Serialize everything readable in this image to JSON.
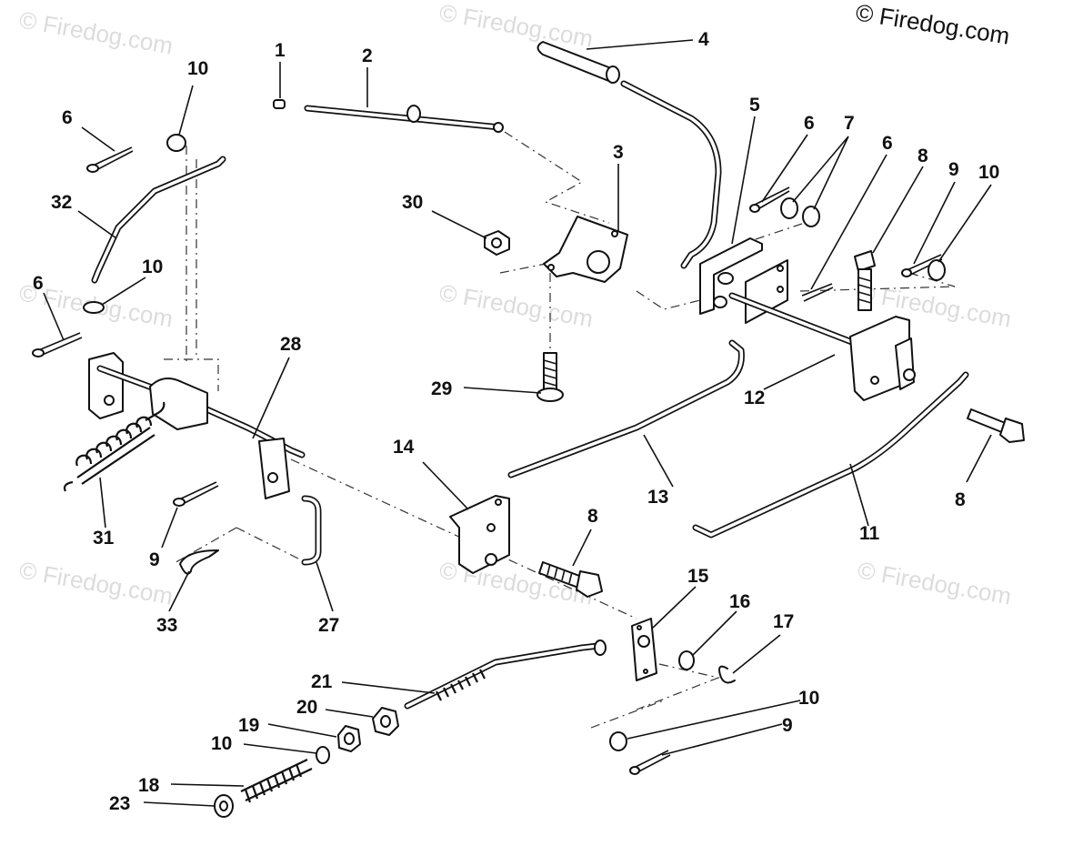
{
  "copyright": "© Firedog.com",
  "watermark": "© Firedog.com",
  "callouts": {
    "c1": "1",
    "c2": "2",
    "c3": "3",
    "c4": "4",
    "c5": "5",
    "c6a": "6",
    "c6b": "6",
    "c6c": "6",
    "c6d": "6",
    "c7": "7",
    "c8a": "8",
    "c8b": "8",
    "c8c": "8",
    "c9a": "9",
    "c9b": "9",
    "c9c": "9",
    "c10a": "10",
    "c10b": "10",
    "c10c": "10",
    "c10d": "10",
    "c10e": "10",
    "c11": "11",
    "c12": "12",
    "c13": "13",
    "c14": "14",
    "c15": "15",
    "c16": "16",
    "c17": "17",
    "c18": "18",
    "c19": "19",
    "c20": "20",
    "c21": "21",
    "c23": "23",
    "c27": "27",
    "c28": "28",
    "c29": "29",
    "c30": "30",
    "c31": "31",
    "c32": "32",
    "c33": "33"
  }
}
